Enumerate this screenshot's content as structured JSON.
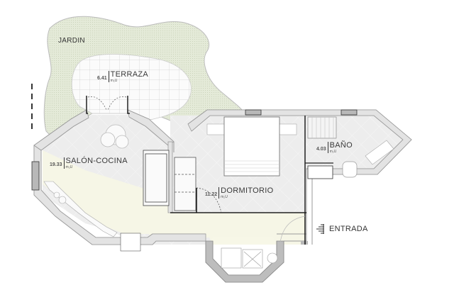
{
  "plan": {
    "rooms": [
      {
        "id": "jardin",
        "name": "JARDIN"
      },
      {
        "id": "terraza",
        "name": "TERRAZA",
        "area": "6.41",
        "unit": "m₂U"
      },
      {
        "id": "salon_cocina",
        "name": "SALÓN-COCINA",
        "area": "19.33",
        "unit": "m₂U"
      },
      {
        "id": "dormitorio",
        "name": "DORMITORIO",
        "area": "11.22",
        "unit": "m₂U"
      },
      {
        "id": "bano",
        "name": "BAÑO",
        "area": "4.03",
        "unit": "m₂U"
      }
    ],
    "entrance": {
      "label": "ENTRADA",
      "icon": "entrance-arrow-icon"
    },
    "colors": {
      "wall": "#e3e3e3",
      "wall_stroke": "#9a9a9a",
      "garden": "#dfe6d2",
      "floor": "#efefef",
      "corridor": "#f6f6e6",
      "window": "#b8b8b8"
    }
  }
}
